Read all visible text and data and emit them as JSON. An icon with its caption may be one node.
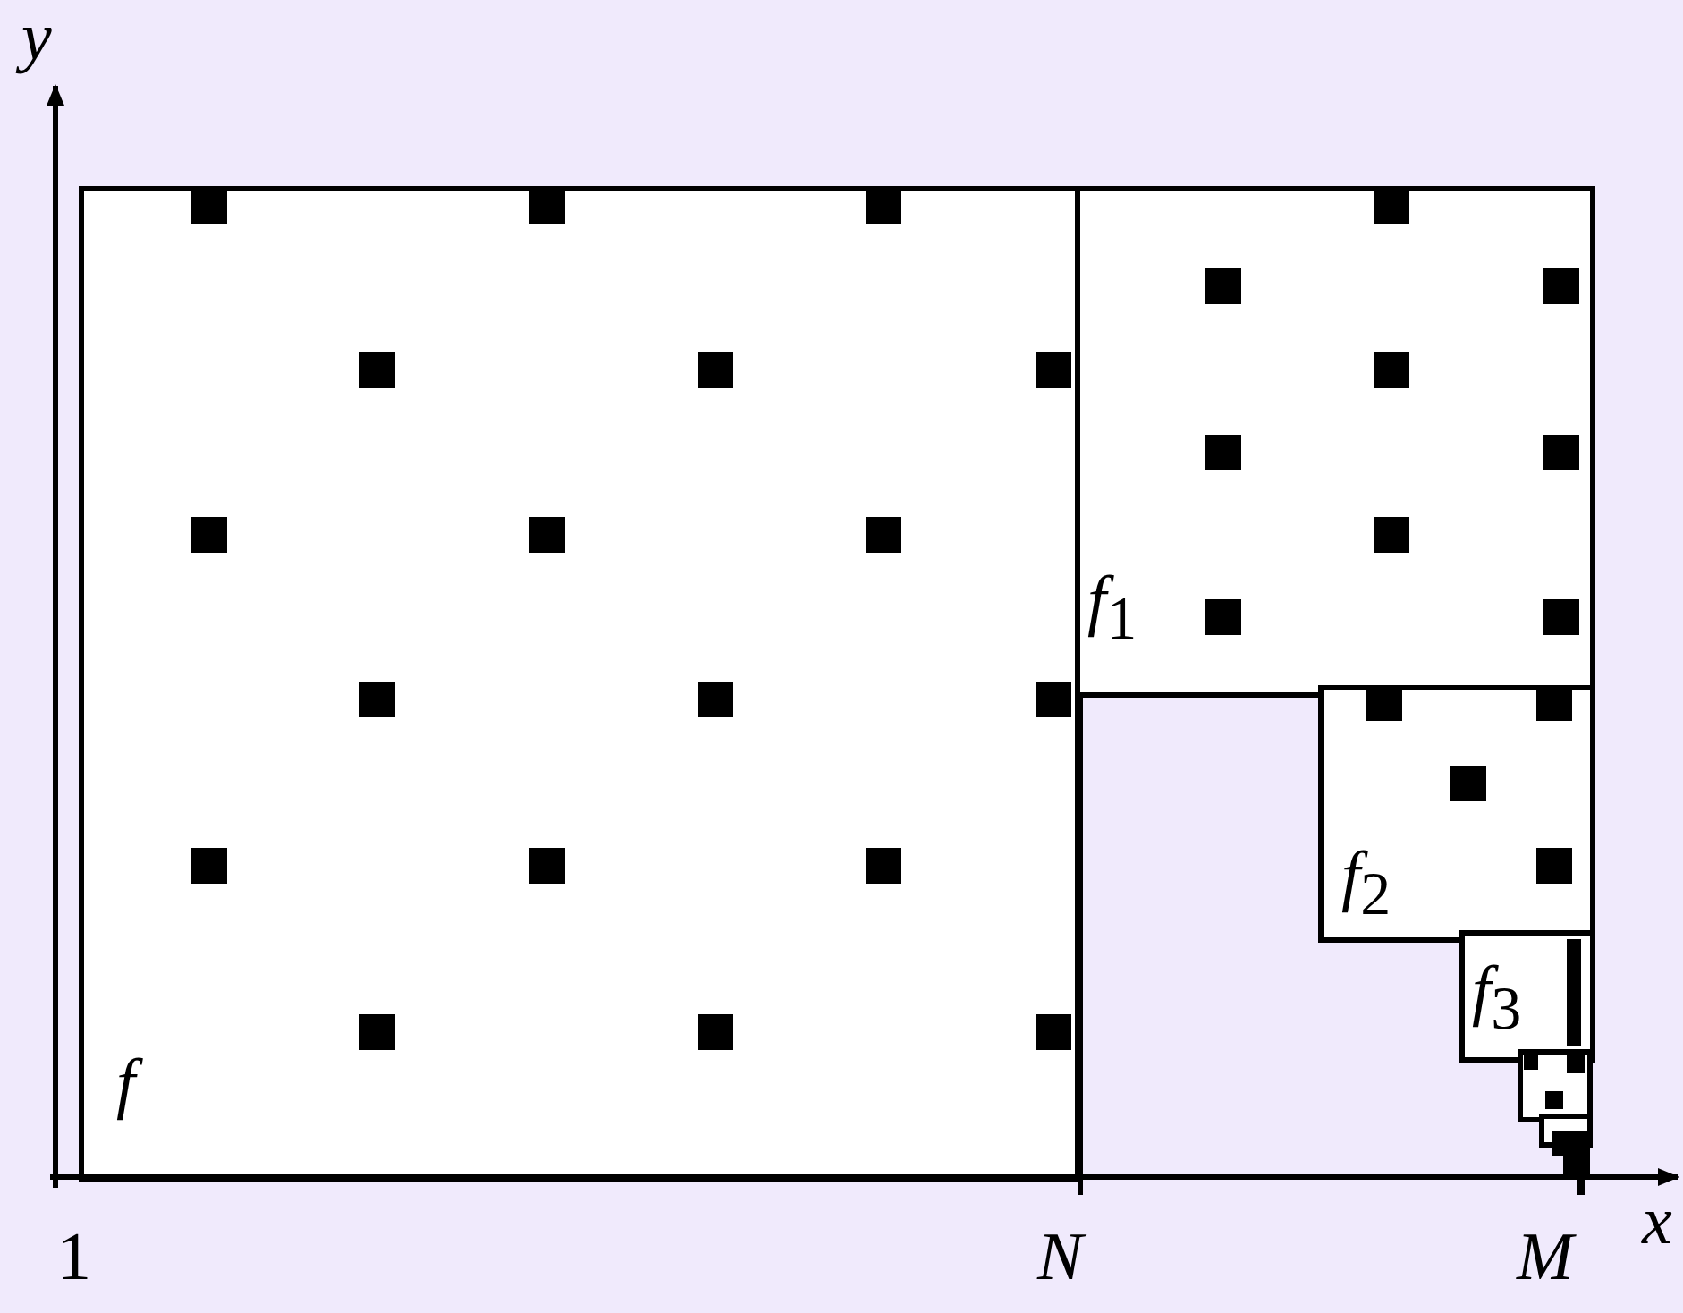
{
  "diagram": {
    "nodes": [
      {
        "text": [
          "f"
        ]
      },
      {
        "text": [
          "f$_{1}$"
        ]
      },
      {
        "text": [
          "f$_{2}$"
        ]
      },
      {
        "text": [
          "f$_{3}$"
        ]
      }
    ],
    "edges": [],
    "labels": [
      "y",
      "x",
      "1",
      "N",
      "M"
    ]
  }
}
